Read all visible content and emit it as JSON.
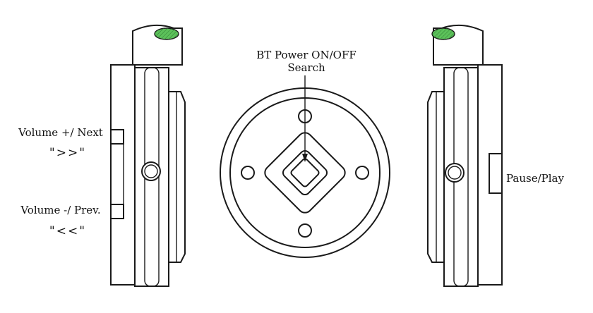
{
  "labels": {
    "volume_up": "Volume +/ Next",
    "volume_up_symbol": "\">>\"",
    "volume_down": "Volume -/ Prev.",
    "volume_down_symbol": "\"<<\"",
    "bt_power": "BT Power ON/OFF",
    "search": "Search",
    "pause_play": "Pause/Play"
  },
  "colors": {
    "line": "#1a1a1a",
    "headband_cap": "#5cc15a",
    "background": "#ffffff"
  }
}
